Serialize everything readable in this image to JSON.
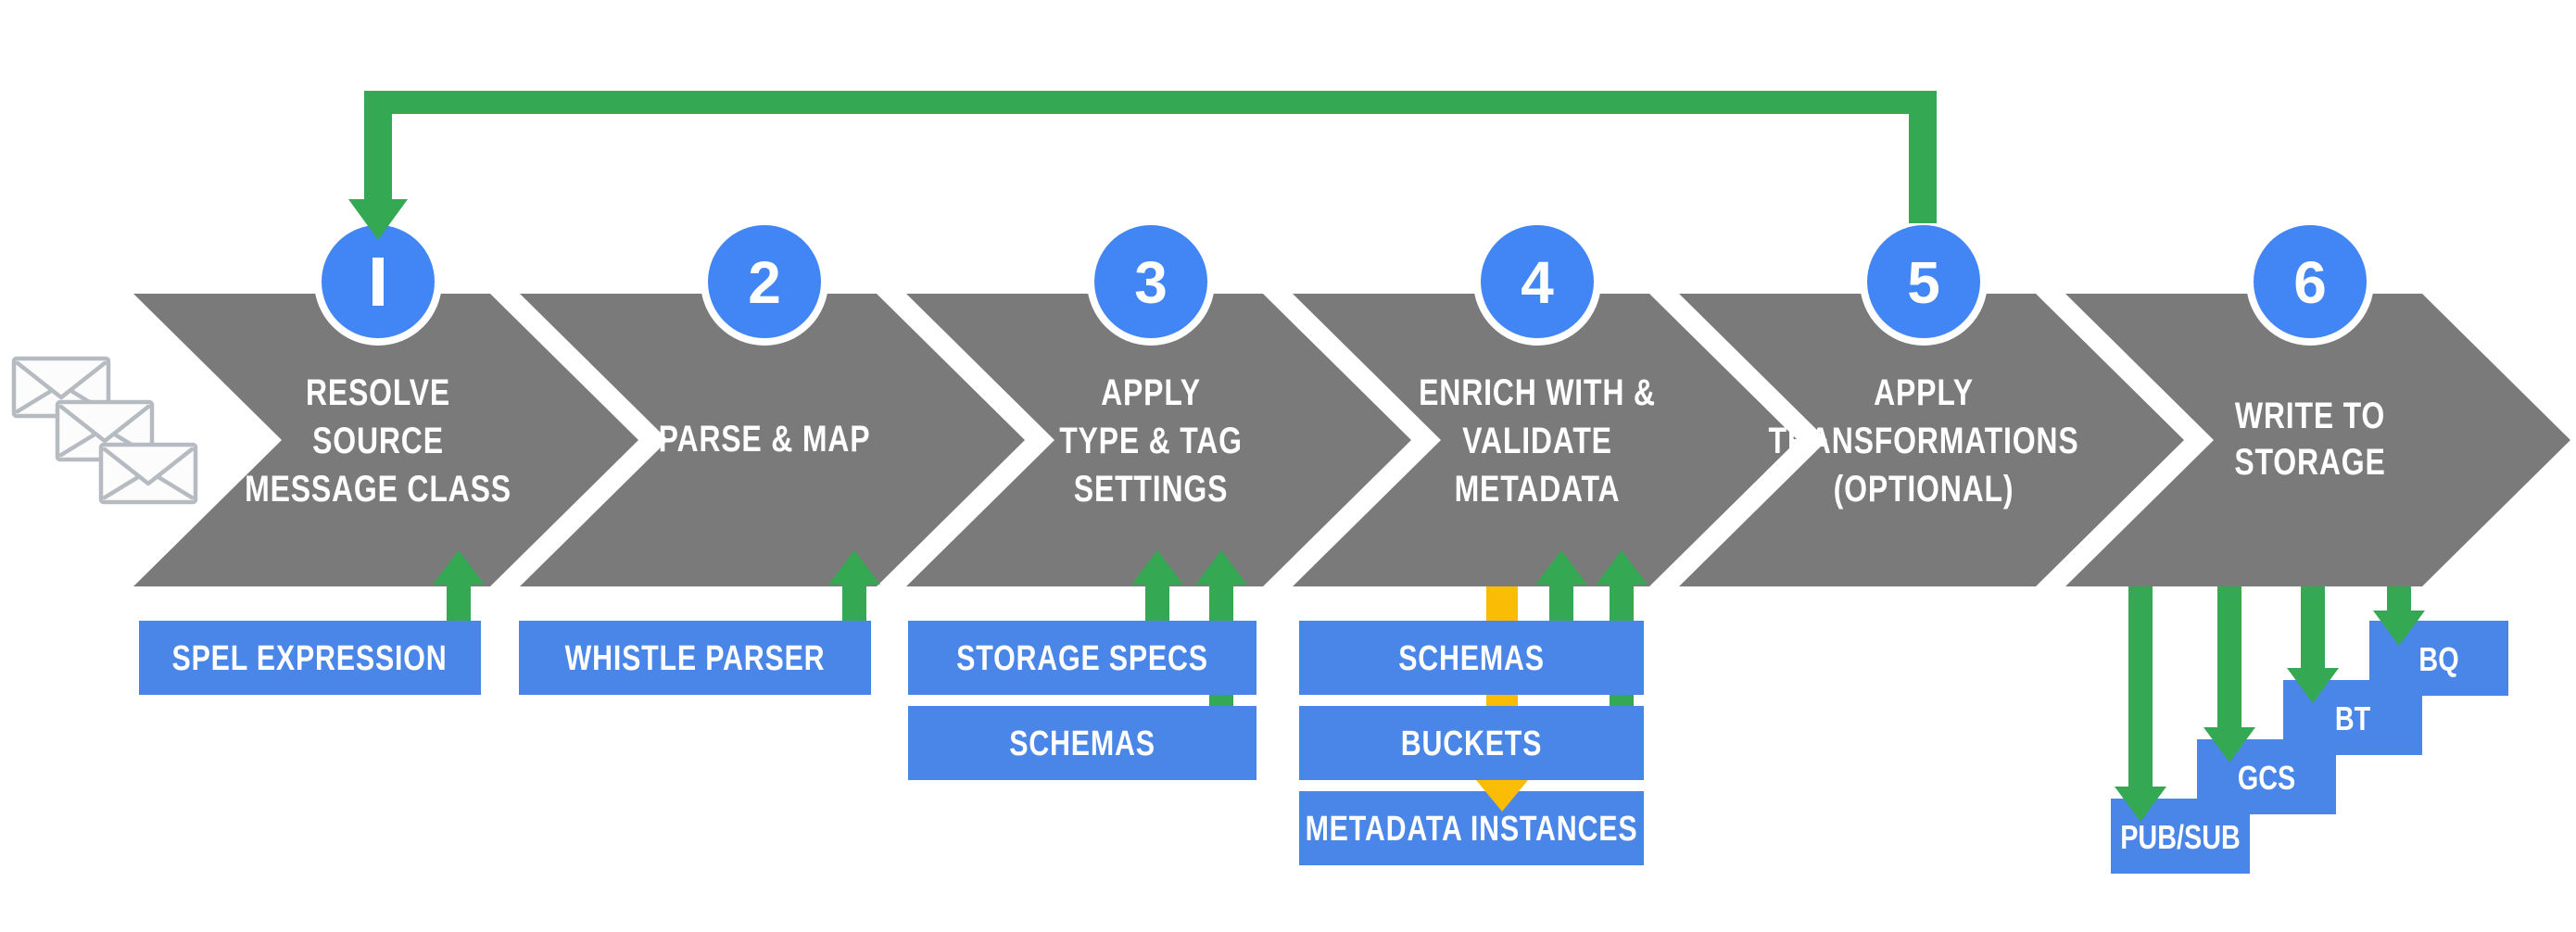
{
  "steps": [
    {
      "number": "1",
      "lines": [
        "RESOLVE",
        "SOURCE",
        "MESSAGE CLASS"
      ]
    },
    {
      "number": "2",
      "lines": [
        "PARSE & MAP"
      ]
    },
    {
      "number": "3",
      "lines": [
        "APPLY",
        "TYPE & TAG",
        "SETTINGS"
      ]
    },
    {
      "number": "4",
      "lines": [
        "ENRICH WITH &",
        "VALIDATE",
        "METADATA"
      ]
    },
    {
      "number": "5",
      "lines": [
        "APPLY",
        "TRANSFORMATIONS",
        "(OPTIONAL)"
      ]
    },
    {
      "number": "6",
      "lines": [
        "WRITE TO",
        "STORAGE"
      ]
    }
  ],
  "callouts": {
    "spel_expression": "SPEL EXPRESSION",
    "whistle_parser": "WHISTLE PARSER",
    "storage_specs": "STORAGE SPECS",
    "schemas_step3": "SCHEMAS",
    "schemas_step4": "SCHEMAS",
    "buckets": "BUCKETS",
    "metadata_instances": "METADATA INSTANCES",
    "pubsub": "PUB/SUB",
    "gcs": "GCS",
    "bt": "BT",
    "bq": "BQ"
  },
  "colors": {
    "chevron_gray": "#7a7a7a",
    "step_blue": "#4285f4",
    "box_blue": "#4a86e8",
    "green": "#34a853",
    "yellow": "#fbbc05",
    "envelope_stroke": "#b6bbc1",
    "white": "#ffffff"
  }
}
